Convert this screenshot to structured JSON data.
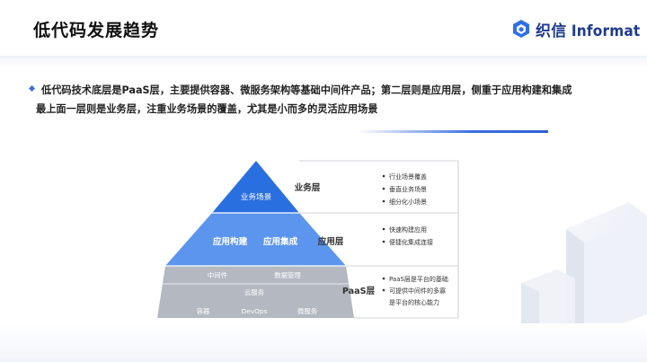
{
  "header": {
    "title": "低代码发展趋势",
    "logo_text": "织信 Informat"
  },
  "intro": {
    "line1": "低代码技术底层是PaaS层，主要提供容器、微服务架构等基础中间件产品；第二层则是应用层，侧重于应用构建和集成",
    "line2": "最上面一层则是业务层，注重业务场景的覆盖，尤其是小而多的灵活应用场景"
  },
  "pyramid": {
    "top": {
      "inner_label": "业务场景",
      "layer_label": "业务层",
      "bullets": [
        "行业场景覆盖",
        "垂直业务场景",
        "细分化小场景"
      ]
    },
    "middle": {
      "inner_labels": [
        "应用构建",
        "应用集成"
      ],
      "layer_label": "应用层",
      "bullets": [
        "快速构建应用",
        "便捷化集成连接"
      ]
    },
    "bottom": {
      "row1": [
        "中间件",
        "数据管理"
      ],
      "row2_center": "云服务",
      "row3": [
        "容器",
        "DevOps",
        "微服务"
      ],
      "layer_label": "PaaS层",
      "bullets": [
        "PaaS层是平台的基础",
        "可提供中间件的多寡",
        "是平台的核心能力"
      ]
    }
  },
  "colors": {
    "accent": "#2f6fe6",
    "top_fill": "#2a6fe0",
    "middle_fill": "#5b95ee",
    "bottom_fill": "#b4b8c0"
  }
}
